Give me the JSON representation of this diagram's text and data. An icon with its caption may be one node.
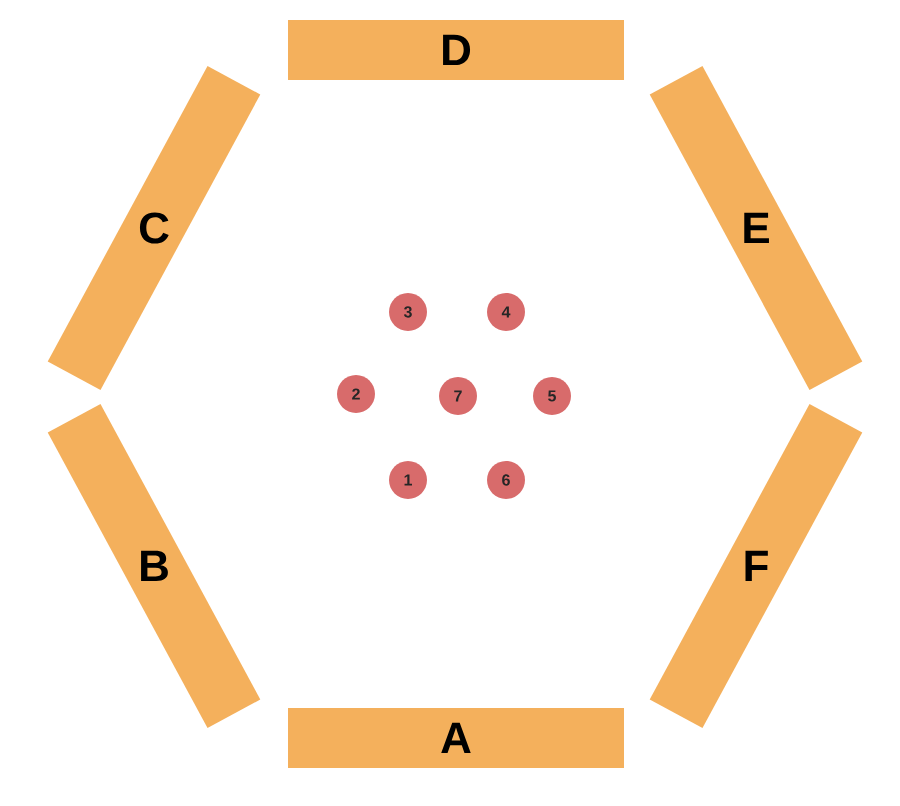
{
  "diagram": {
    "nodes": [
      {
        "text": [
          "D"
        ]
      },
      {
        "text": [
          "C"
        ]
      },
      {
        "text": [
          "E"
        ]
      },
      {
        "text": [
          "3"
        ]
      },
      {
        "text": [
          "4"
        ]
      },
      {
        "text": [
          "2"
        ]
      },
      {
        "text": [
          "7"
        ]
      },
      {
        "text": [
          "5"
        ]
      },
      {
        "text": [
          "1"
        ]
      },
      {
        "text": [
          "6"
        ]
      },
      {
        "text": [
          "B"
        ]
      },
      {
        "text": [
          "F"
        ]
      },
      {
        "text": [
          "A"
        ]
      }
    ]
  }
}
